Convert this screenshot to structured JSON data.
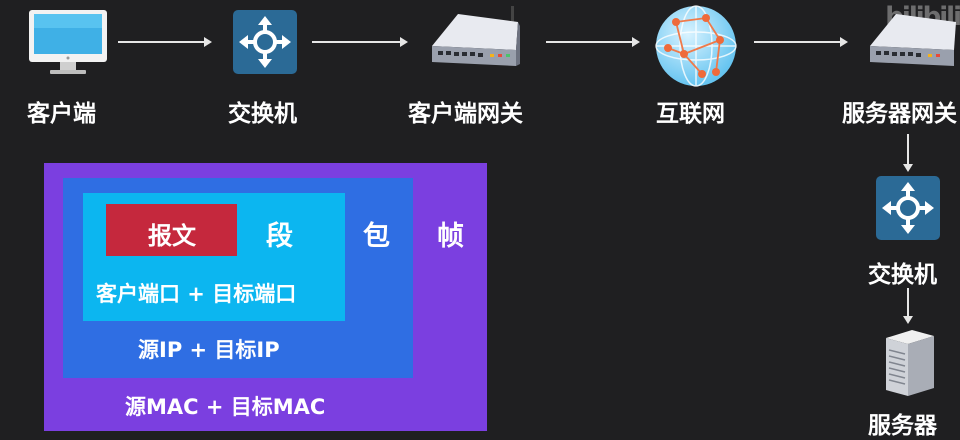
{
  "nodes": {
    "client": "客户端",
    "switch1": "交换机",
    "client_gateway": "客户端网关",
    "internet": "互联网",
    "server_gateway": "服务器网关",
    "switch2": "交换机",
    "server": "服务器"
  },
  "layers": {
    "data": "报文",
    "segment": "段",
    "packet": "包",
    "frame": "帧",
    "ports": "客户端口 + 目标端口",
    "ip": "源IP + 目标IP",
    "mac": "源MAC + 目标MAC"
  },
  "watermark": "bilibili",
  "colors": {
    "background": "#1f1f21",
    "frame": "#7b3fe0",
    "packet": "#2f6ee3",
    "segment": "#0cb6f0",
    "data": "#c5283d",
    "switch_icon": "#2b6a96"
  },
  "icons": [
    "monitor-icon",
    "switch-icon",
    "router-icon",
    "globe-icon",
    "router-icon",
    "switch-icon",
    "server-icon"
  ]
}
